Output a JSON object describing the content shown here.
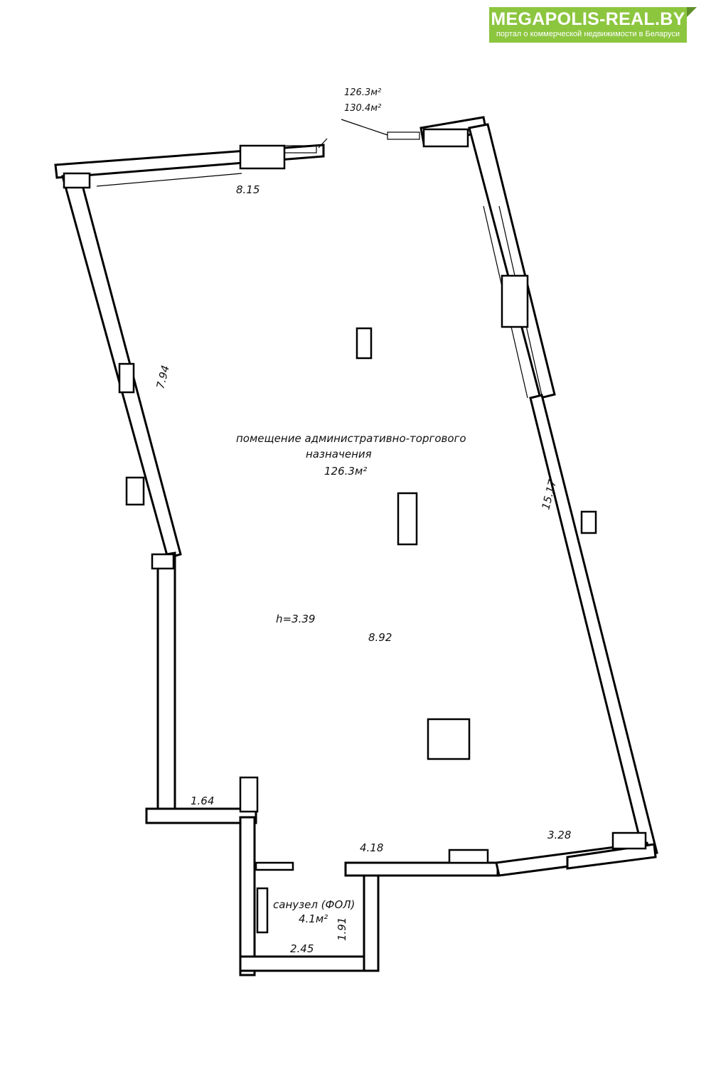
{
  "brand": {
    "title": "MEGAPOLIS-REAL.BY",
    "subtitle": "портал о коммерческой недвижимости в Беларуси"
  },
  "plan": {
    "area_labels": [
      "126.3м²",
      "130.4м²"
    ],
    "main_room": {
      "name_line1": "помещение административно-торгового",
      "name_line2": "назначения",
      "area": "126.3м²",
      "height": "h=3.39"
    },
    "bathroom": {
      "name": "санузел (ФОЛ)",
      "area": "4.1м²"
    },
    "dimensions": {
      "top_wall": "8.15",
      "left_upper": "7.94",
      "right_wall": "15.17",
      "center": "8.92",
      "left_lower": "1.64",
      "bottom_mid": "4.18",
      "bottom_right": "3.28",
      "bath_width": "2.45",
      "bath_depth": "1.91"
    }
  }
}
